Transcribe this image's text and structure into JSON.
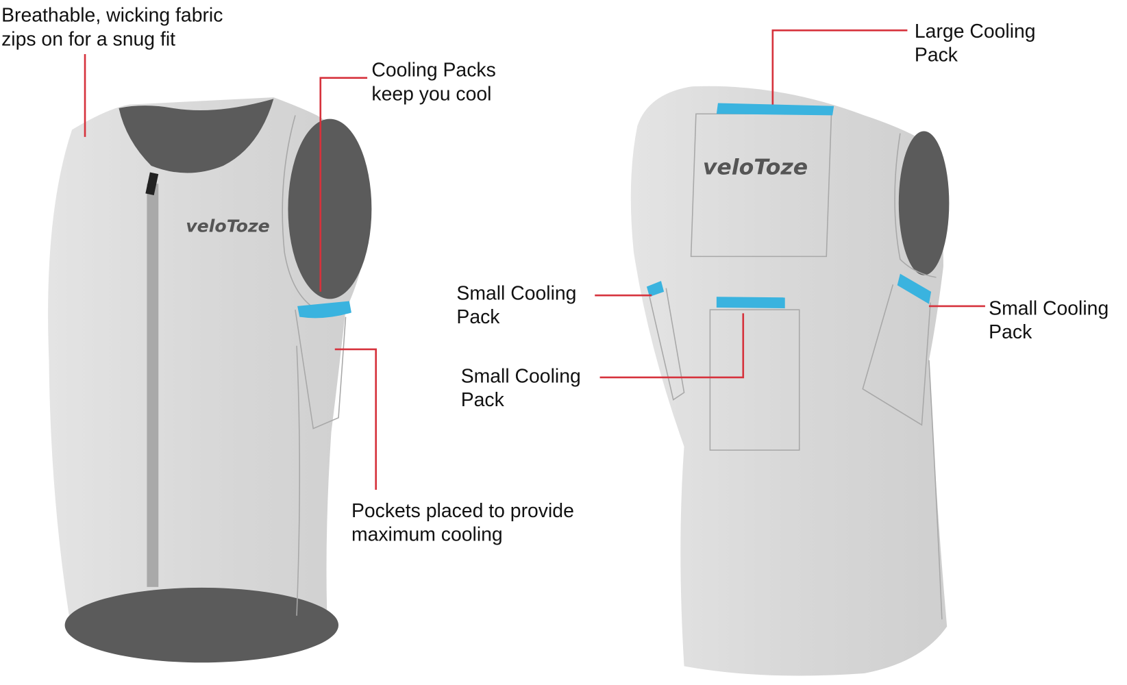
{
  "colors": {
    "fabric": "#dcdcdc",
    "lining": "#5b5b5b",
    "cooling_pack": "#3ab3df",
    "callout_line": "#d6323c"
  },
  "front_vest": {
    "logo": "veloToze",
    "callouts": [
      {
        "line1": "Breathable, wicking fabric",
        "line2": "zips on for a snug fit"
      },
      {
        "line1": "Cooling Packs",
        "line2": "keep you cool"
      },
      {
        "line1": "Pockets placed to provide",
        "line2": "maximum cooling"
      }
    ]
  },
  "back_vest": {
    "logo": "veloToze",
    "callouts": [
      {
        "line1": "Large Cooling",
        "line2": "Pack"
      },
      {
        "line1": "Small Cooling",
        "line2": "Pack"
      },
      {
        "line1": "Small Cooling",
        "line2": "Pack"
      },
      {
        "line1": "Small Cooling",
        "line2": "Pack"
      }
    ]
  }
}
